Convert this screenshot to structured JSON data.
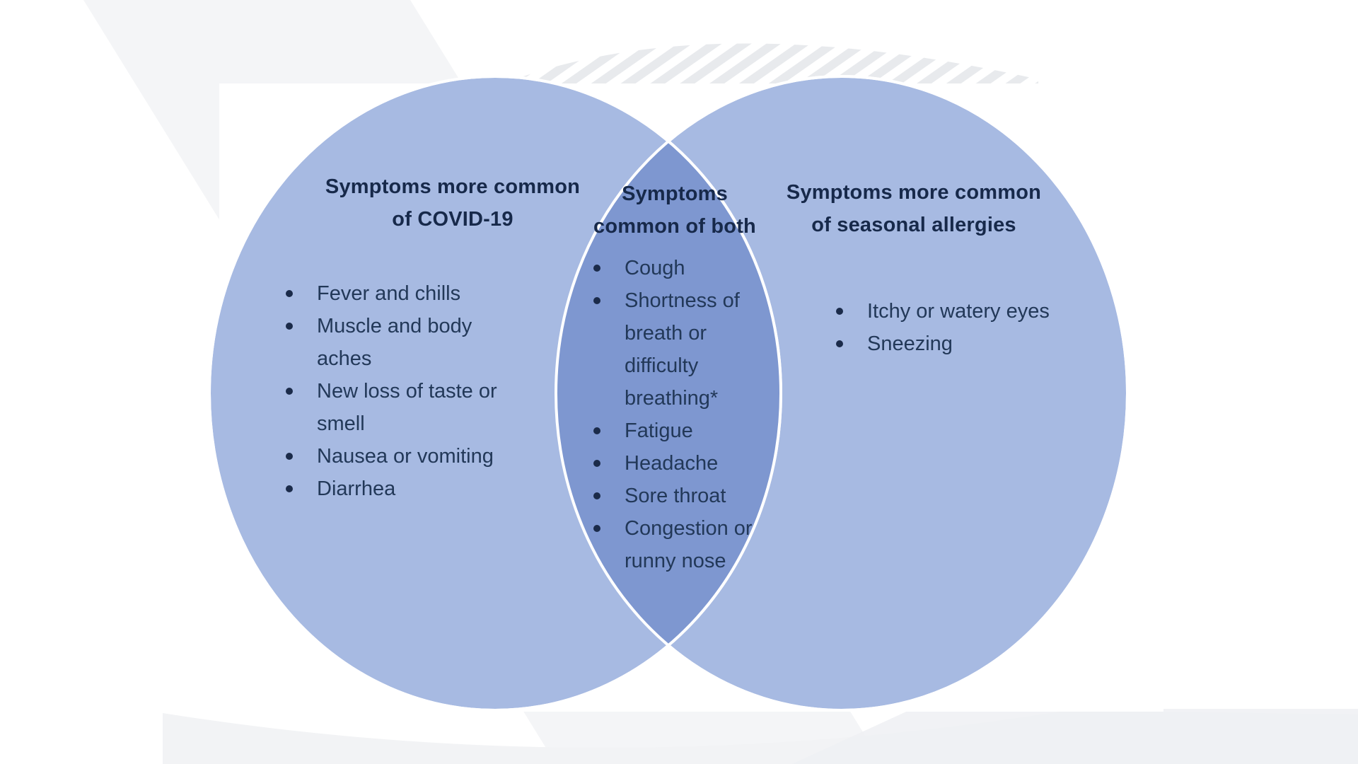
{
  "colors": {
    "circle": "#a7bae2",
    "overlap": "#7e97d0",
    "outline": "#ffffff",
    "title_text": "#17294a",
    "body_text": "#223858",
    "bullet": "#1b2b4a"
  },
  "venn": {
    "left": {
      "title_line1": "Symptoms more common",
      "title_line2": "of COVID-19",
      "items": [
        "Fever and chills",
        "Muscle and body aches",
        "New loss of taste or smell",
        "Nausea or vomiting",
        "Diarrhea"
      ]
    },
    "middle": {
      "title_line1": "Symptoms",
      "title_line2": "common of both",
      "items": [
        "Cough",
        "Shortness of breath or difficulty breathing*",
        "Fatigue",
        "Headache",
        "Sore throat",
        "Congestion or runny nose"
      ]
    },
    "right": {
      "title_line1": "Symptoms more common",
      "title_line2": "of seasonal allergies",
      "items": [
        "Itchy or watery eyes",
        "Sneezing"
      ]
    }
  }
}
